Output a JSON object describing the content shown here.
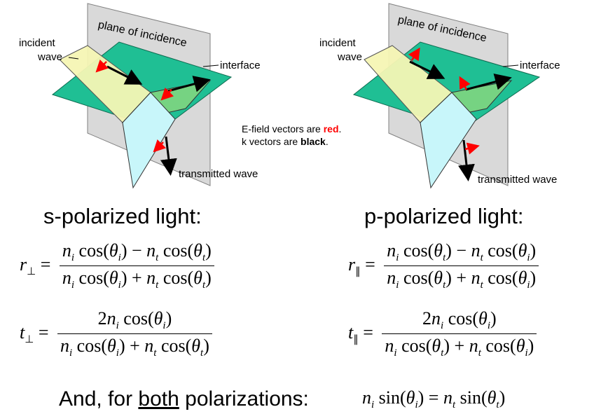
{
  "left_diagram": {
    "plane_label": "plane of incidence",
    "incident_label_1": "incident",
    "incident_label_2": "wave",
    "interface_label": "interface",
    "transmitted_label": "transmitted wave"
  },
  "right_diagram": {
    "plane_label": "plane of incidence",
    "incident_label_1": "incident",
    "incident_label_2": "wave",
    "interface_label": "interface",
    "transmitted_label": "transmitted wave"
  },
  "legend": {
    "line1_prefix": "E-field vectors are ",
    "line1_emph": "red",
    "line1_suffix": ".",
    "line2_prefix": "k vectors are ",
    "line2_emph": "black",
    "line2_suffix": "."
  },
  "colors": {
    "interface": "#1fbf94",
    "plane": "#d9d9d9",
    "incident": "#f6f6b4",
    "transmitted": "#c8f6fa",
    "reflected": "#7fd57f",
    "e_vector": "#ff0000",
    "k_vector": "#000000"
  },
  "s_heading": "s-polarized light:",
  "p_heading": "p-polarized light:",
  "both_prefix": "And, for ",
  "both_underlined": "both",
  "both_suffix": " polarizations:",
  "equations": {
    "r_perp": {
      "lhs": "r",
      "num": "n cos(θ) − n cos(θ)",
      "den": "n cos(θ) + n cos(θ)"
    },
    "t_perp": {
      "lhs": "t",
      "num": "2n cos(θ)",
      "den": "n cos(θ) + n cos(θ)"
    },
    "r_par": {
      "lhs": "r",
      "num": "n cos(θ) − n cos(θ)",
      "den": "n cos(θ) + n cos(θ)"
    },
    "t_par": {
      "lhs": "t",
      "num": "2n cos(θ)",
      "den": "n cos(θ) + n cos(θ)"
    },
    "snell": "n sin(θ) = n sin(θ)"
  }
}
